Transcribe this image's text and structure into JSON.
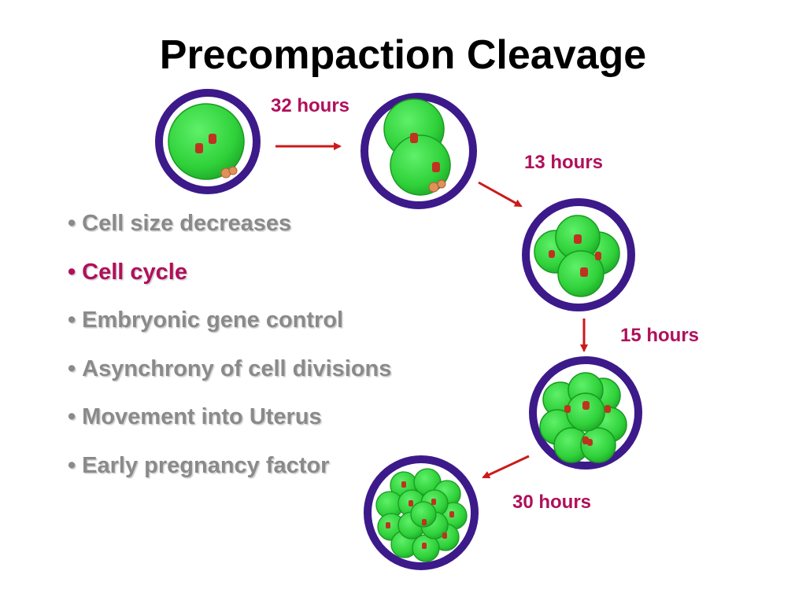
{
  "title": "Precompaction Cleavage",
  "colors": {
    "zona": "#3d1a8a",
    "cell": "#2fd13a",
    "cell_edge": "#1a9a22",
    "nucleus": "#c0321f",
    "polar_body": "#e0905a",
    "arrow": "#cc1a1a",
    "label": "#b0105a",
    "bullet_text": "#8a8a8a",
    "bullet_highlight": "#b0105a"
  },
  "time_labels": [
    "32 hours",
    "13 hours",
    "15 hours",
    "30 hours"
  ],
  "bullets": [
    {
      "text": "Cell size decreases",
      "highlight": false
    },
    {
      "text": "Cell cycle",
      "highlight": true
    },
    {
      "text": "Embryonic gene control",
      "highlight": false
    },
    {
      "text": "Asynchrony of cell divisions",
      "highlight": false
    },
    {
      "text": "Movement into Uterus",
      "highlight": false
    },
    {
      "text": "Early pregnancy factor",
      "highlight": false
    }
  ],
  "stages": [
    {
      "cells": 1
    },
    {
      "cells": 2
    },
    {
      "cells": 4
    },
    {
      "cells": 8
    },
    {
      "cells": 16
    }
  ]
}
